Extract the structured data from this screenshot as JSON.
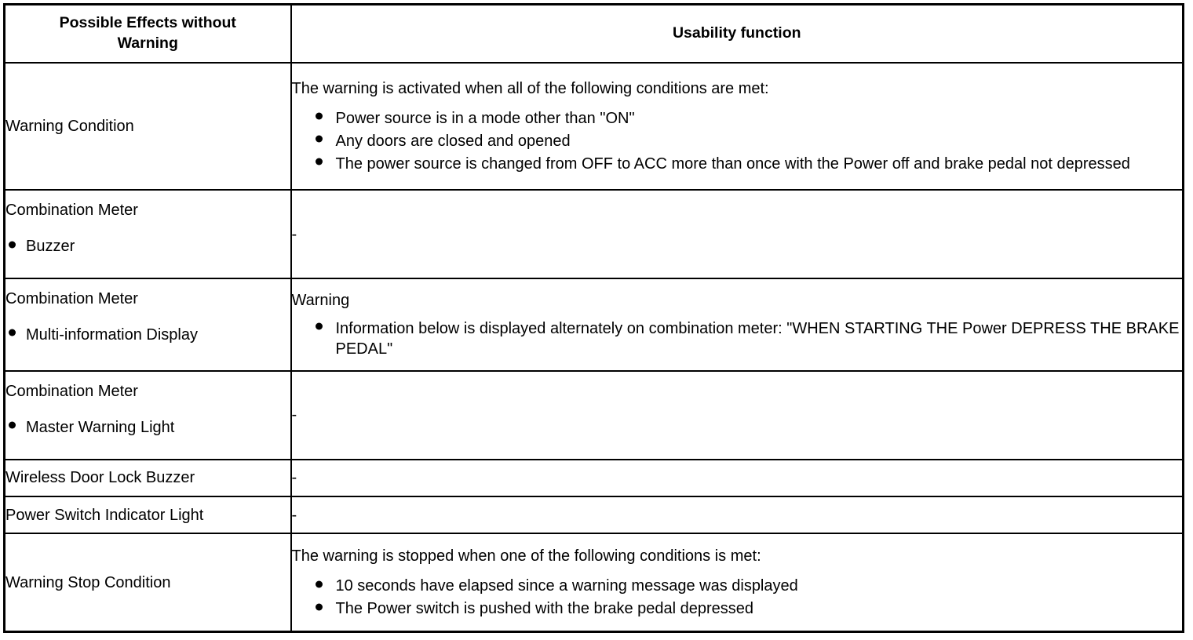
{
  "table": {
    "headers": {
      "effects": "Possible Effects without Warning",
      "usability": "Usability function"
    },
    "rows": [
      {
        "label": "Warning Condition",
        "sublabel": null,
        "content": {
          "intro": "The warning is activated when all of the following conditions are met:",
          "bullets": [
            "Power source is in a mode other than \"ON\"",
            "Any doors are closed and opened",
            "The power source is changed from OFF to ACC more than once with the Power off and brake pedal not depressed"
          ]
        }
      },
      {
        "label": "Combination Meter",
        "sublabel": "Buzzer",
        "content": {
          "dash": "-"
        }
      },
      {
        "label": "Combination Meter",
        "sublabel": "Multi-information Display",
        "content": {
          "intro": "Warning",
          "bullets": [
            "Information below is displayed alternately on combination meter: \"WHEN STARTING THE Power DEPRESS THE BRAKE PEDAL\""
          ]
        }
      },
      {
        "label": "Combination Meter",
        "sublabel": "Master Warning Light",
        "content": {
          "dash": "-"
        }
      },
      {
        "label": "Wireless Door Lock Buzzer",
        "sublabel": null,
        "content": {
          "dash": "-"
        }
      },
      {
        "label": "Power Switch Indicator Light",
        "sublabel": null,
        "content": {
          "dash": "-"
        }
      },
      {
        "label": "Warning Stop Condition",
        "sublabel": null,
        "content": {
          "intro": "The warning is stopped when one of the following conditions is met:",
          "bullets": [
            "10 seconds have elapsed since a warning message was displayed",
            "The Power switch is pushed with the brake pedal depressed"
          ]
        }
      }
    ]
  }
}
